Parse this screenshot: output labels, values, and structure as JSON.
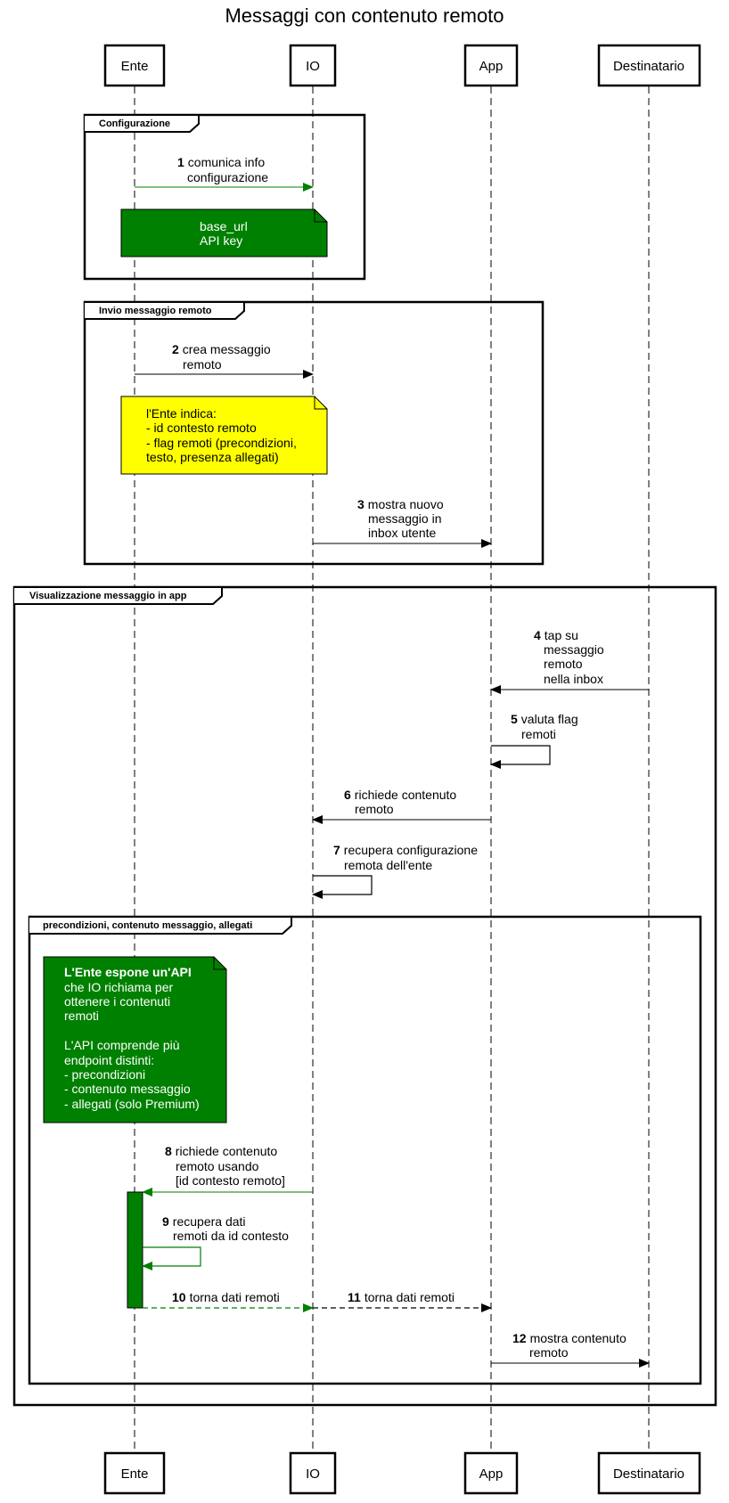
{
  "title": "Messaggi con contenuto remoto",
  "colors": {
    "green": "#008000",
    "yellow": "#ffff00",
    "black": "#000000"
  },
  "actors": {
    "ente": "Ente",
    "io": "IO",
    "app": "App",
    "destinatario": "Destinatario"
  },
  "frames": {
    "configurazione": "Configurazione",
    "invio": "Invio messaggio remoto",
    "visualizzazione": "Visualizzazione messaggio in app",
    "precondizioni": "precondizioni, contenuto messaggio, allegati"
  },
  "messages": [
    {
      "num": "1",
      "lines": [
        "comunica info",
        "configurazione"
      ]
    },
    {
      "num": "2",
      "lines": [
        "crea messaggio",
        "remoto"
      ]
    },
    {
      "num": "3",
      "lines": [
        "mostra nuovo",
        "messaggio in",
        "inbox utente"
      ]
    },
    {
      "num": "4",
      "lines": [
        "tap su",
        "messaggio",
        "remoto",
        "nella inbox"
      ]
    },
    {
      "num": "5",
      "lines": [
        "valuta flag",
        "remoti"
      ]
    },
    {
      "num": "6",
      "lines": [
        "richiede contenuto",
        "remoto"
      ]
    },
    {
      "num": "7",
      "lines": [
        "recupera configurazione",
        "remota dell'ente"
      ]
    },
    {
      "num": "8",
      "lines": [
        "richiede contenuto",
        "remoto usando",
        "[id contesto remoto]"
      ]
    },
    {
      "num": "9",
      "lines": [
        "recupera dati",
        "remoti da id contesto"
      ]
    },
    {
      "num": "10",
      "lines": [
        "torna dati remoti"
      ]
    },
    {
      "num": "11",
      "lines": [
        "torna dati remoti"
      ]
    },
    {
      "num": "12",
      "lines": [
        "mostra contenuto",
        "remoto"
      ]
    }
  ],
  "notes": {
    "config": [
      "base_url",
      "API key"
    ],
    "invio": [
      "l'Ente indica:",
      "- id contesto remoto",
      "- flag remoti (precondizioni,",
      "testo, presenza allegati)"
    ],
    "api_title": "L'Ente espone un'API",
    "api": [
      "che IO richiama per",
      "ottenere i contenuti",
      "remoti",
      "",
      "L'API comprende più",
      "endpoint distinti:",
      "- precondizioni",
      "- contenuto messaggio",
      "- allegati (solo Premium)"
    ]
  }
}
